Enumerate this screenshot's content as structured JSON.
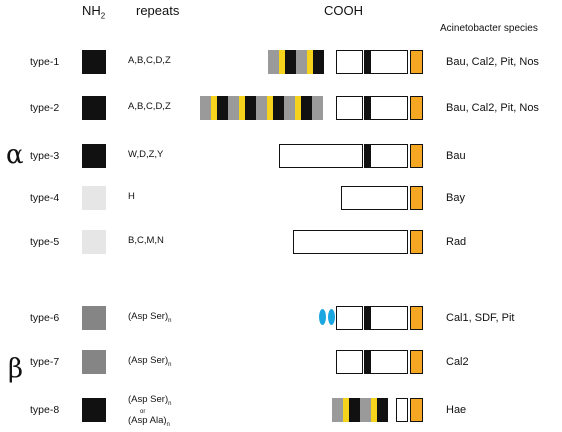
{
  "header": {
    "nh2": "NH",
    "nh2_sub": "2",
    "repeats": "repeats",
    "cooh": "COOH",
    "species": "Acinetobacter species"
  },
  "groups": {
    "alpha": "α",
    "beta": "β"
  },
  "colors": {
    "black": "#111111",
    "light_gray": "#e6e6e6",
    "mid_gray": "#858585",
    "stripe_gray": "#9a9a9a",
    "yellow": "#f5d21c",
    "orange": "#f5a623",
    "blue": "#1aa6e0"
  },
  "rows": [
    {
      "type": "type-1",
      "nh2_color": "black",
      "repeats": "A,B,C,D,Z",
      "species": "Bau, Cal2, Pit, Nos",
      "domain_pattern": "stripes-3x-then-full"
    },
    {
      "type": "type-2",
      "nh2_color": "black",
      "repeats": "A,B,C,D,Z",
      "species": "Bau, Cal2, Pit, Nos",
      "domain_pattern": "stripes-6x-then-full"
    },
    {
      "type": "type-3",
      "nh2_color": "black",
      "repeats": "W,D,Z,Y",
      "species": "Bau",
      "domain_pattern": "long-box-full"
    },
    {
      "type": "type-4",
      "nh2_color": "light_gray",
      "repeats": "H",
      "species": "Bay",
      "domain_pattern": "box-orange"
    },
    {
      "type": "type-5",
      "nh2_color": "light_gray",
      "repeats": "B,C,M,N",
      "species": "Rad",
      "domain_pattern": "long-box-orange"
    },
    {
      "type": "type-6",
      "nh2_color": "mid_gray",
      "repeats": "(Asp Ser)",
      "repeats_sub": "n",
      "species": "Cal1, SDF, Pit",
      "domain_pattern": "blue-ellipses-full"
    },
    {
      "type": "type-7",
      "nh2_color": "mid_gray",
      "repeats": "(Asp Ser)",
      "repeats_sub": "n",
      "species": "Cal2",
      "domain_pattern": "full"
    },
    {
      "type": "type-8",
      "nh2_color": "black",
      "repeats": "(Asp Ser)",
      "repeats_sub": "n",
      "repeats_or": "or",
      "repeats_alt": "(Asp Ala)",
      "repeats_alt_sub": "n",
      "species": "Hae",
      "domain_pattern": "stripes-2x-then-short"
    }
  ]
}
